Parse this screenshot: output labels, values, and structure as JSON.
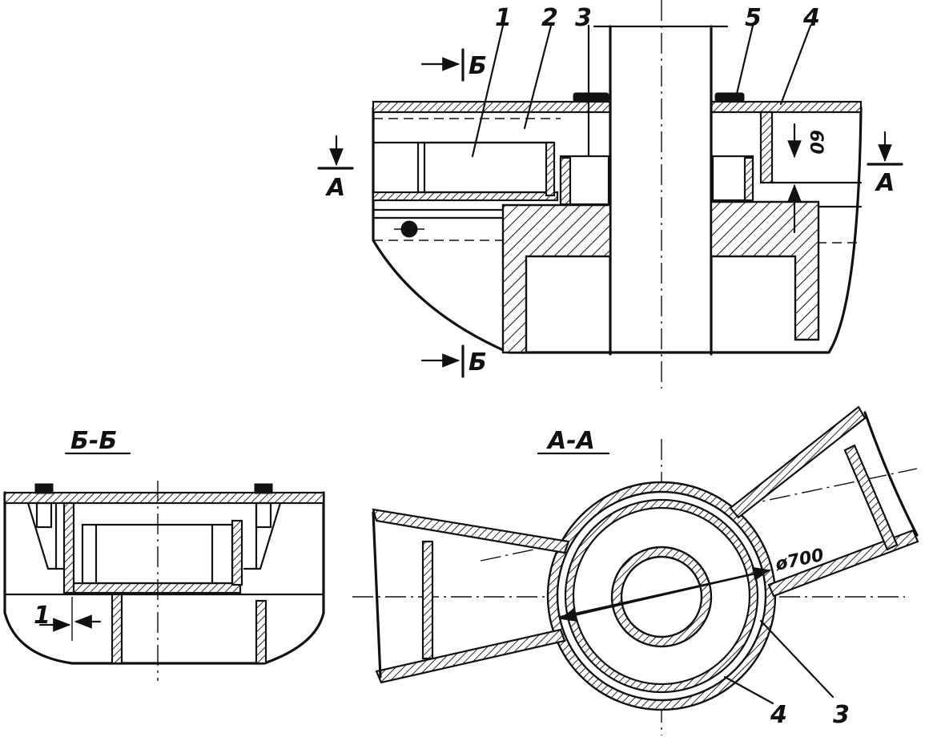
{
  "callouts": {
    "part_1": "1",
    "part_2": "2",
    "part_3": "3",
    "part_4": "4",
    "part_5": "5",
    "dim_60": "60",
    "dim_1": "1",
    "diameter_700": "ø700"
  },
  "section_marks": {
    "a": "А",
    "b": "Б"
  },
  "view_titles": {
    "section_b": "Б-Б",
    "section_a": "А-А"
  },
  "bottom_callouts": {
    "part_4": "4",
    "part_3": "3"
  }
}
